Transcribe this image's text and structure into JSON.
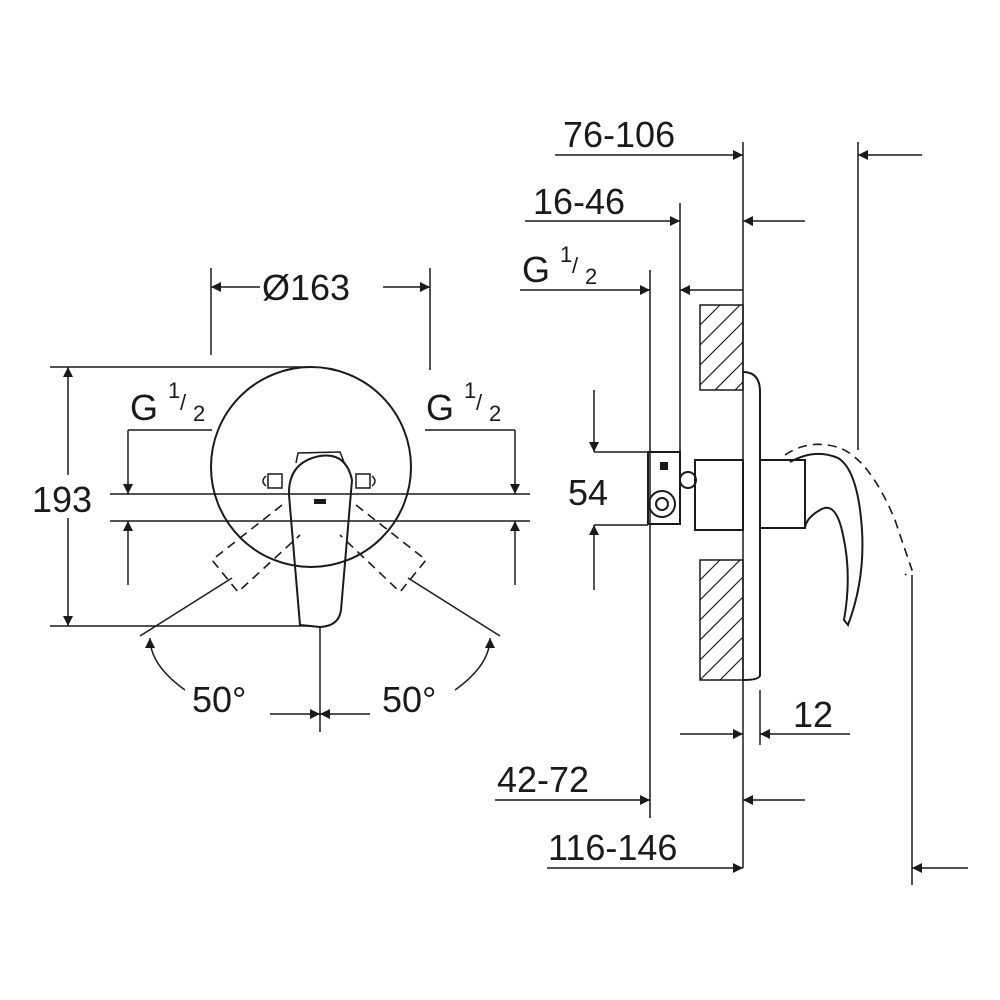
{
  "front_view": {
    "diameter_label": "Ø163",
    "height_label": "193",
    "thread_left": {
      "main": "G",
      "num": "1",
      "slash": "/",
      "den": "2"
    },
    "thread_right": {
      "main": "G",
      "num": "1",
      "slash": "/",
      "den": "2"
    },
    "angle_left": "50°",
    "angle_right": "50°"
  },
  "side_view": {
    "dim_76_106": "76-106",
    "dim_16_46": "16-46",
    "thread": {
      "main": "G",
      "num": "1",
      "slash": "/",
      "den": "2"
    },
    "dim_54": "54",
    "dim_12": "12",
    "dim_42_72": "42-72",
    "dim_116_146": "116-146"
  }
}
